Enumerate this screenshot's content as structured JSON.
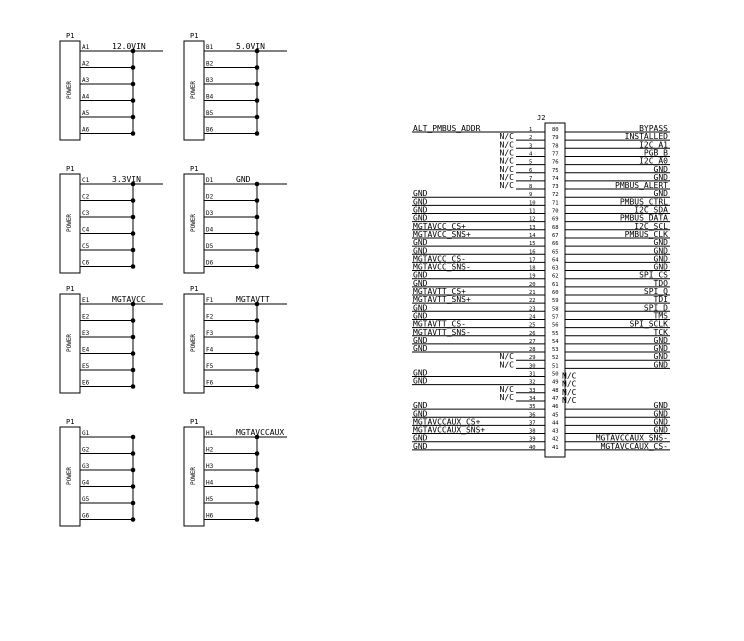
{
  "power_connectors": [
    {
      "ref": "P1",
      "type": "POWER",
      "pins": [
        "A1",
        "A2",
        "A3",
        "A4",
        "A5",
        "A6"
      ],
      "net": "12.0VIN"
    },
    {
      "ref": "P1",
      "type": "POWER",
      "pins": [
        "B1",
        "B2",
        "B3",
        "B4",
        "B5",
        "B6"
      ],
      "net": "5.0VIN"
    },
    {
      "ref": "P1",
      "type": "POWER",
      "pins": [
        "C1",
        "C2",
        "C3",
        "C4",
        "C5",
        "C6"
      ],
      "net": "3.3VIN"
    },
    {
      "ref": "P1",
      "type": "POWER",
      "pins": [
        "D1",
        "D2",
        "D3",
        "D4",
        "D5",
        "D6"
      ],
      "net": "GND"
    },
    {
      "ref": "P1",
      "type": "POWER",
      "pins": [
        "E1",
        "E2",
        "E3",
        "E4",
        "E5",
        "E6"
      ],
      "net": "MGTAVCC"
    },
    {
      "ref": "P1",
      "type": "POWER",
      "pins": [
        "F1",
        "F2",
        "F3",
        "F4",
        "F5",
        "F6"
      ],
      "net": "MGTAVTT"
    },
    {
      "ref": "P1",
      "type": "POWER",
      "pins": [
        "G1",
        "G2",
        "G3",
        "G4",
        "G5",
        "G6"
      ],
      "net": ""
    },
    {
      "ref": "P1",
      "type": "POWER",
      "pins": [
        "H1",
        "H2",
        "H3",
        "H4",
        "H5",
        "H6"
      ],
      "net": "MGTAVCCAUX"
    }
  ],
  "header": {
    "ref": "J2",
    "rows": [
      {
        "ln": "1",
        "lt": "ALT_PMBUS_ADDR",
        "lnc": false,
        "rn": "80",
        "rt": "BYPASS",
        "rnc": false
      },
      {
        "ln": "2",
        "lt": "N/C",
        "lnc": true,
        "rn": "79",
        "rt": "INSTALLED",
        "rnc": false
      },
      {
        "ln": "3",
        "lt": "N/C",
        "lnc": true,
        "rn": "78",
        "rt": "I2C_A1",
        "rnc": false
      },
      {
        "ln": "4",
        "lt": "N/C",
        "lnc": true,
        "rn": "77",
        "rt": "PGB_B",
        "rnc": false
      },
      {
        "ln": "5",
        "lt": "N/C",
        "lnc": true,
        "rn": "76",
        "rt": "I2C_A0",
        "rnc": false
      },
      {
        "ln": "6",
        "lt": "N/C",
        "lnc": true,
        "rn": "75",
        "rt": "GND",
        "rnc": false
      },
      {
        "ln": "7",
        "lt": "N/C",
        "lnc": true,
        "rn": "74",
        "rt": "GND",
        "rnc": false
      },
      {
        "ln": "8",
        "lt": "N/C",
        "lnc": true,
        "rn": "73",
        "rt": "PMBUS_ALERT",
        "rnc": false
      },
      {
        "ln": "9",
        "lt": "GND",
        "lnc": false,
        "rn": "72",
        "rt": "GND",
        "rnc": false
      },
      {
        "ln": "10",
        "lt": "GND",
        "lnc": false,
        "rn": "71",
        "rt": "PMBUS_CTRL",
        "rnc": false
      },
      {
        "ln": "11",
        "lt": "GND",
        "lnc": false,
        "rn": "70",
        "rt": "I2C_SDA",
        "rnc": false
      },
      {
        "ln": "12",
        "lt": "GND",
        "lnc": false,
        "rn": "69",
        "rt": "PMBUS_DATA",
        "rnc": false
      },
      {
        "ln": "13",
        "lt": "MGTAVCC_CS+",
        "lnc": false,
        "rn": "68",
        "rt": "I2C_SCL",
        "rnc": false
      },
      {
        "ln": "14",
        "lt": "MGTAVCC_SNS+",
        "lnc": false,
        "rn": "67",
        "rt": "PMBUS_CLK",
        "rnc": false
      },
      {
        "ln": "15",
        "lt": "GND",
        "lnc": false,
        "rn": "66",
        "rt": "GND",
        "rnc": false
      },
      {
        "ln": "16",
        "lt": "GND",
        "lnc": false,
        "rn": "65",
        "rt": "GND",
        "rnc": false
      },
      {
        "ln": "17",
        "lt": "MGTAVCC_CS-",
        "lnc": false,
        "rn": "64",
        "rt": "GND",
        "rnc": false
      },
      {
        "ln": "18",
        "lt": "MGTAVCC_SNS-",
        "lnc": false,
        "rn": "63",
        "rt": "GND",
        "rnc": false
      },
      {
        "ln": "19",
        "lt": "GND",
        "lnc": false,
        "rn": "62",
        "rt": "SPI_CS",
        "rnc": false
      },
      {
        "ln": "20",
        "lt": "GND",
        "lnc": false,
        "rn": "61",
        "rt": "TDO",
        "rnc": false
      },
      {
        "ln": "21",
        "lt": "MGTAVTT_CS+",
        "lnc": false,
        "rn": "60",
        "rt": "SPI_Q",
        "rnc": false
      },
      {
        "ln": "22",
        "lt": "MGTAVTT_SNS+",
        "lnc": false,
        "rn": "59",
        "rt": "TDI",
        "rnc": false
      },
      {
        "ln": "23",
        "lt": "GND",
        "lnc": false,
        "rn": "58",
        "rt": "SPI_D",
        "rnc": false
      },
      {
        "ln": "24",
        "lt": "GND",
        "lnc": false,
        "rn": "57",
        "rt": "TMS",
        "rnc": false
      },
      {
        "ln": "25",
        "lt": "MGTAVTT_CS-",
        "lnc": false,
        "rn": "56",
        "rt": "SPI_SCLK",
        "rnc": false
      },
      {
        "ln": "26",
        "lt": "MGTAVTT_SNS-",
        "lnc": false,
        "rn": "55",
        "rt": "TCK",
        "rnc": false
      },
      {
        "ln": "27",
        "lt": "GND",
        "lnc": false,
        "rn": "54",
        "rt": "GND",
        "rnc": false
      },
      {
        "ln": "28",
        "lt": "GND",
        "lnc": false,
        "rn": "53",
        "rt": "GND",
        "rnc": false
      },
      {
        "ln": "29",
        "lt": "N/C",
        "lnc": true,
        "rn": "52",
        "rt": "GND",
        "rnc": false
      },
      {
        "ln": "30",
        "lt": "N/C",
        "lnc": true,
        "rn": "51",
        "rt": "GND",
        "rnc": false
      },
      {
        "ln": "31",
        "lt": "GND",
        "lnc": false,
        "rn": "50",
        "rt": "N/C",
        "rnc": true
      },
      {
        "ln": "32",
        "lt": "GND",
        "lnc": false,
        "rn": "49",
        "rt": "N/C",
        "rnc": true
      },
      {
        "ln": "33",
        "lt": "N/C",
        "lnc": true,
        "rn": "48",
        "rt": "N/C",
        "rnc": true
      },
      {
        "ln": "34",
        "lt": "N/C",
        "lnc": true,
        "rn": "47",
        "rt": "N/C",
        "rnc": true
      },
      {
        "ln": "35",
        "lt": "GND",
        "lnc": false,
        "rn": "46",
        "rt": "GND",
        "rnc": false
      },
      {
        "ln": "36",
        "lt": "GND",
        "lnc": false,
        "rn": "45",
        "rt": "GND",
        "rnc": false
      },
      {
        "ln": "37",
        "lt": "MGTAVCCAUX_CS+",
        "lnc": false,
        "rn": "44",
        "rt": "GND",
        "rnc": false
      },
      {
        "ln": "38",
        "lt": "MGTAVCCAUX_SNS+",
        "lnc": false,
        "rn": "43",
        "rt": "GND",
        "rnc": false
      },
      {
        "ln": "39",
        "lt": "GND",
        "lnc": false,
        "rn": "42",
        "rt": "MGTAVCCAUX_SNS-",
        "rnc": false
      },
      {
        "ln": "40",
        "lt": "GND",
        "lnc": false,
        "rn": "41",
        "rt": "MGTAVCCAUX_CS-",
        "rnc": false
      }
    ]
  }
}
